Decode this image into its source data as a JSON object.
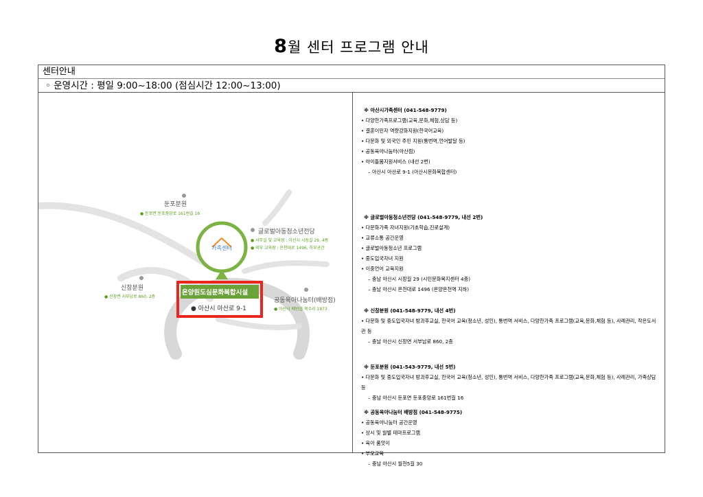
{
  "page_title": {
    "big": "8",
    "rest": "월 센터 프로그램 안내"
  },
  "center_header": "센터안내",
  "hours": "◦ 운영시간 : 평일 9:00~18:00 (점심시간 12:00~13:00)",
  "map": {
    "logo_text": "가족센터",
    "main_name": "온양원도심문화복합시설",
    "main_addr": "● 아산시 아산로 9-1",
    "branches": [
      {
        "name": "둔포분원",
        "addr": "● 둔포면 둔포중앙로 161번길 16"
      },
      {
        "name": "글로벌아동청소년전당",
        "addr1": "● 사무실 및 교육장 : 아산시 시장길 29, 4층",
        "addr2": "● 외부 교육장 : 온천대로 1496, 하부공간"
      },
      {
        "name": "신창분원",
        "addr": "● 신창면 서부남로 860, 2층"
      },
      {
        "name": "공동육아나눔터(배방점)",
        "addr": "● 아산시 배방읍 북수리 1873"
      }
    ]
  },
  "info": [
    {
      "header": "※ 아산시가족센터 (041-548-9779)",
      "lines": [
        {
          "t": "b",
          "v": "• 다양한가족프로그램(교육,문화,체험,상담 등)"
        },
        {
          "t": "b",
          "v": "• 결혼이민자 역량강화지원(한국어교육)"
        },
        {
          "t": "b",
          "v": "• 다문화 및 외국인 주민 지원(통번역,언어발달 등)"
        },
        {
          "t": "b",
          "v": "• 공동육아나눔터(아산점)"
        },
        {
          "t": "b",
          "v": "• 아이돌봄지원서비스 (내선 2번)"
        },
        {
          "t": "d",
          "v": "– 아산시 아산로 9-1 (아산시문화복합센터)"
        }
      ]
    },
    {
      "header": "※ 글로벌아동청소년전당 (041-548-9779, 내선 2번)",
      "lines": [
        {
          "t": "b",
          "v": "• 다문화가족 자녀지원(기초학습,진로설계)"
        },
        {
          "t": "b",
          "v": "• 교류소통 공간운영"
        },
        {
          "t": "b",
          "v": "• 글로벌아동청소년 프로그램"
        },
        {
          "t": "b",
          "v": "• 중도입국자녀 지원"
        },
        {
          "t": "b",
          "v": "• 이중언어 교육지원"
        },
        {
          "t": "d",
          "v": "– 충남 아산시 시장길 29 (시민문화복지센터 4층)"
        },
        {
          "t": "d",
          "v": "– 충남 아산시 온천대로 1496 (온양온천역 지하)"
        }
      ]
    },
    {
      "header": "※ 신창분원 (041-548-9779, 내선 4번)",
      "lines": [
        {
          "t": "w",
          "v": "• 다문화 및 중도입국자녀 방과후교실, 한국어 교육(청소년, 성인), 통번역 서비스, 다양한가족 프로그램(교육,문화,체험 등), 사례관리, 작은도서관 등"
        },
        {
          "t": "d",
          "v": "– 충남 아산시 신창면 서부남로 860, 2층"
        }
      ]
    },
    {
      "header": "※ 둔포분원 (041-543-9779, 내선 5번)",
      "lines": [
        {
          "t": "w",
          "v": "• 다문화 및 중도입국자녀 방과후교실, 한국어 교육(청소년, 성인), 통번역 서비스, 다양한가족 프로그램(교육,문화,체험 등), 사례관리, 가족상담 등"
        },
        {
          "t": "d",
          "v": "– 충남 아산시 둔포면 둔포중앙로 161번길 16"
        }
      ]
    },
    {
      "header": "※ 공동육아나눔터 배방점 (041-548-9775)",
      "lines": [
        {
          "t": "b",
          "v": "• 공동육아나눔터 공간운영"
        },
        {
          "t": "b",
          "v": "• 상시 및 월별 테마프로그램"
        },
        {
          "t": "b",
          "v": "• 육아 품앗이"
        },
        {
          "t": "b",
          "v": "• 부모교육"
        },
        {
          "t": "d",
          "v": "– 충남 아산시 월천5길 30"
        }
      ]
    }
  ]
}
